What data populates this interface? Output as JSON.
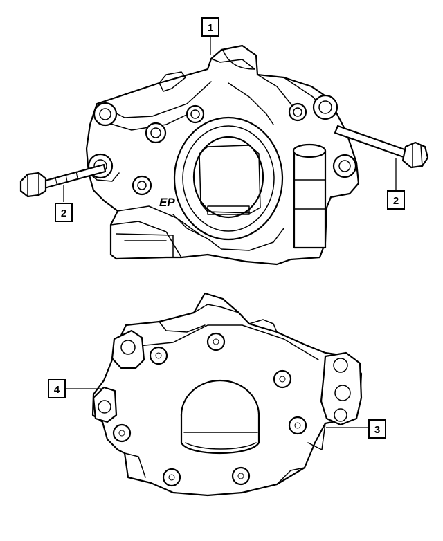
{
  "callouts": {
    "c1": "1",
    "c2_left": "2",
    "c2_right": "2",
    "c3": "3",
    "c4": "4"
  },
  "casting_mark": "EP"
}
